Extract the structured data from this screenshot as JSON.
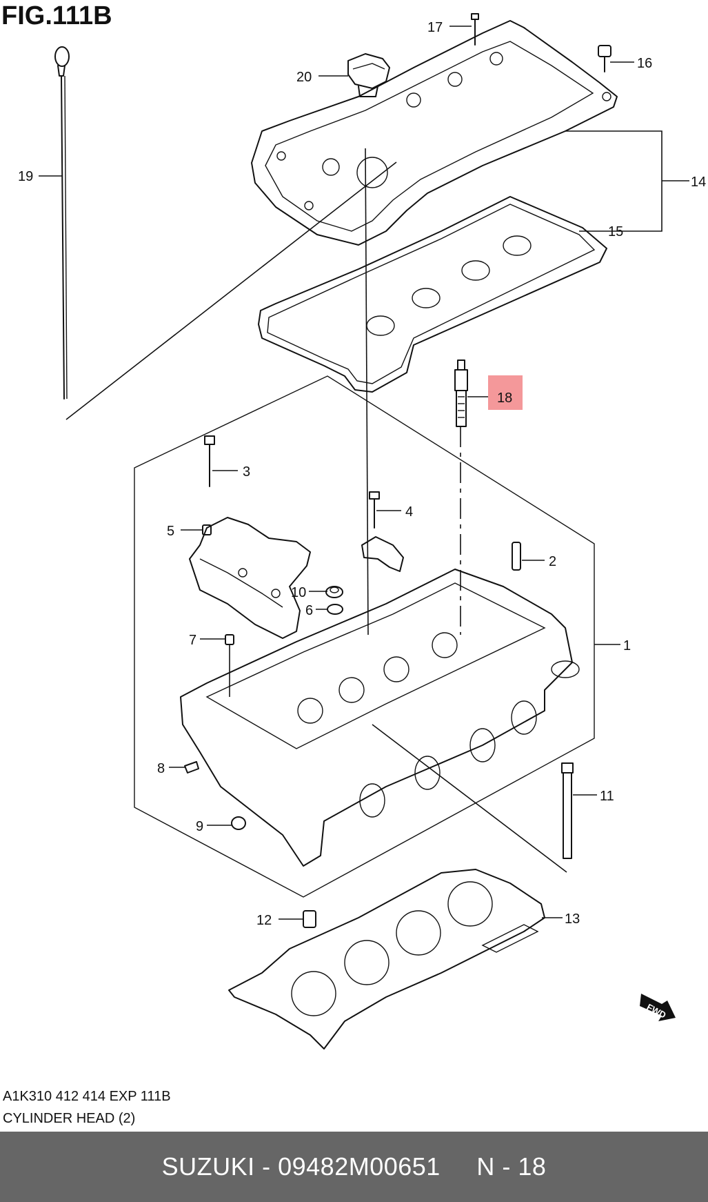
{
  "figure": {
    "title": "FIG.111B"
  },
  "callouts": {
    "c1": "1",
    "c2": "2",
    "c3": "3",
    "c4": "4",
    "c5": "5",
    "c6": "6",
    "c7": "7",
    "c8": "8",
    "c9": "9",
    "c10": "10",
    "c11": "11",
    "c12": "12",
    "c13": "13",
    "c14": "14",
    "c15": "15",
    "c16": "16",
    "c17": "17",
    "c18": "18",
    "c19": "19",
    "c20": "20"
  },
  "highlight": {
    "part": "18",
    "color": "#f4989a"
  },
  "fwd_arrow": {
    "label": "FWD"
  },
  "caption": {
    "code": "A1K310 412 414 EXP 111B",
    "name": "CYLINDER HEAD (2)"
  },
  "footer": {
    "brand_part": "SUZUKI - 09482M00651",
    "ref": "N - 18",
    "bg_color": "#666666"
  }
}
